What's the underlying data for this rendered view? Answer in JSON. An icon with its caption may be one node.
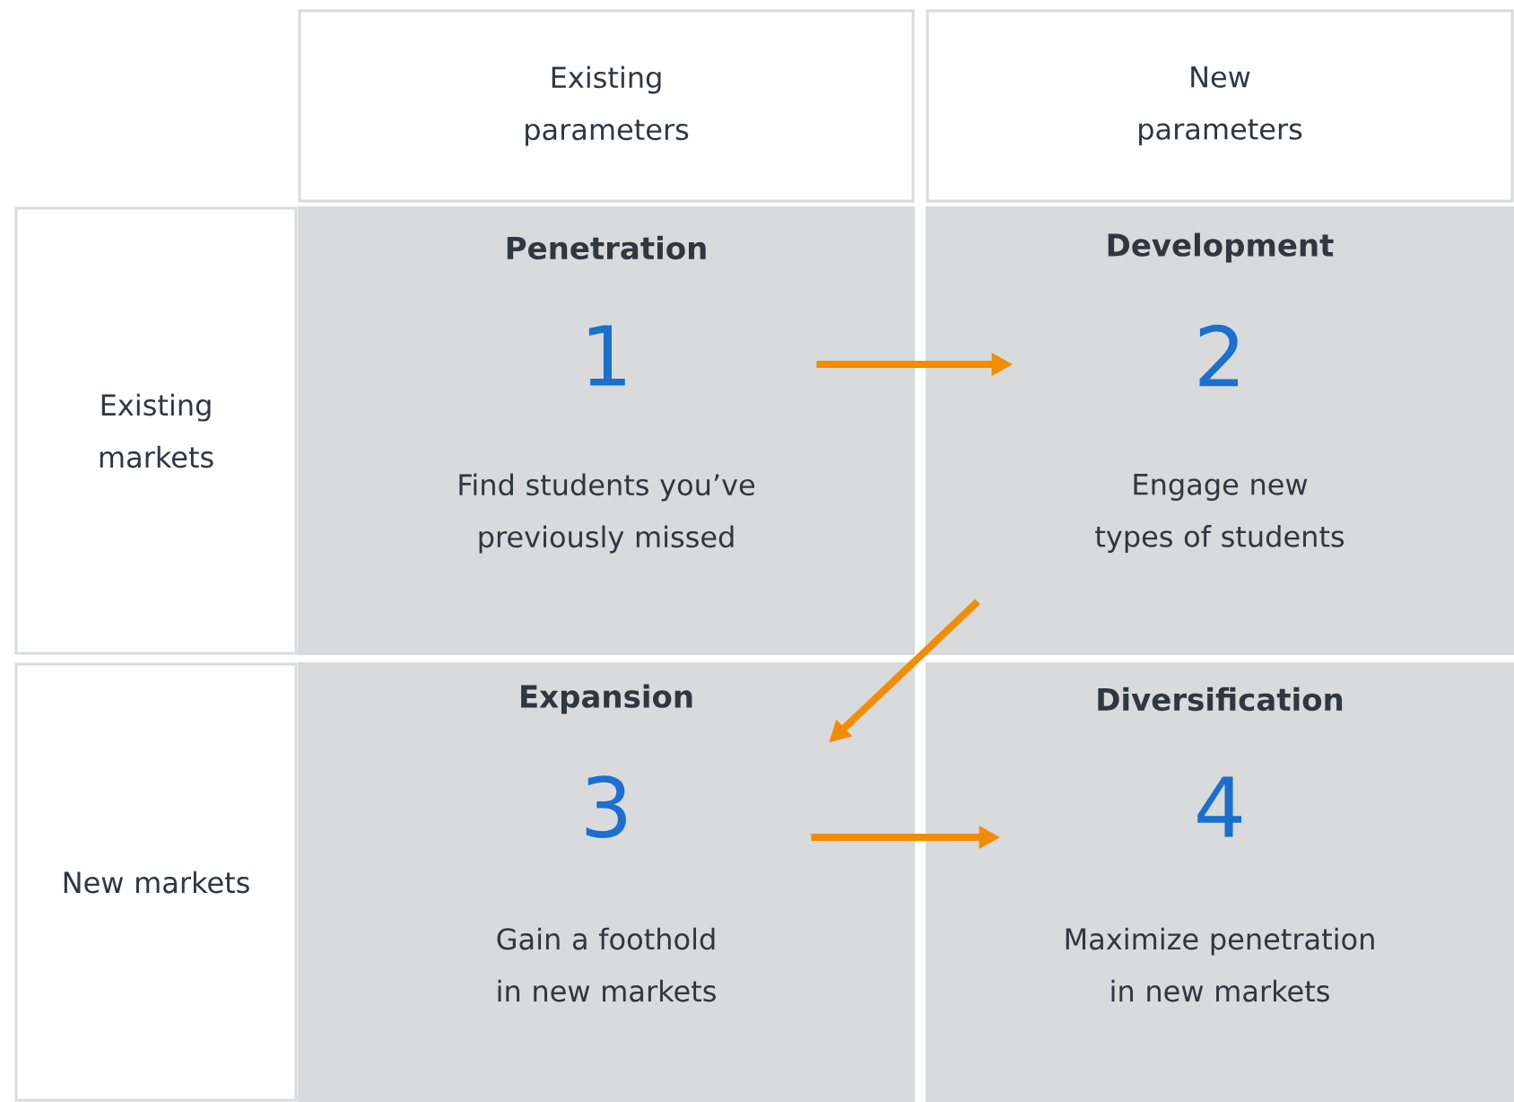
{
  "diagram": {
    "nodes": [
      {
        "text": [
          "Existing parameters"
        ]
      },
      {
        "text": [
          "New parameters"
        ]
      },
      {
        "text": [
          "Existing markets"
        ]
      },
      {
        "text": [
          "Penetration",
          "1",
          "Find students you’ve previously missed"
        ]
      },
      {
        "text": [
          "Development",
          "2",
          "Engage new types of students"
        ]
      },
      {
        "text": [
          "New markets"
        ]
      },
      {
        "text": [
          "Expansion",
          "3",
          "Gain a foothold in new markets"
        ]
      },
      {
        "text": [
          "Diversification",
          "4",
          "Maximize penetration in new markets"
        ]
      }
    ],
    "edges": [
      {
        "from": 3,
        "to": 4,
        "arrow": "to"
      },
      {
        "from": 4,
        "to": 6,
        "arrow": "to"
      },
      {
        "from": 6,
        "to": 7,
        "arrow": "to"
      }
    ]
  }
}
